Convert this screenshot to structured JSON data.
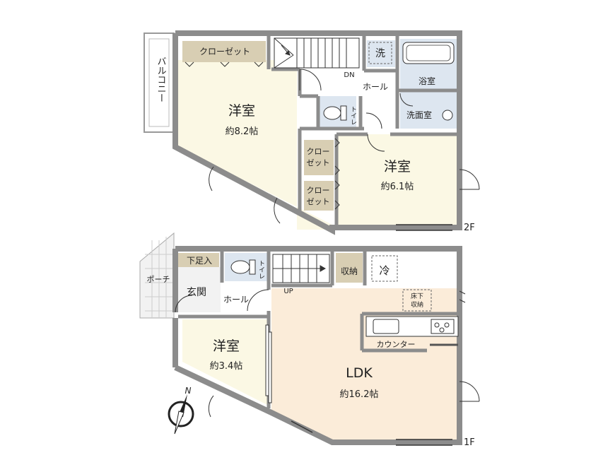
{
  "floor2": {
    "level_label": "2F",
    "balcony": "バルコニー",
    "bedroom_a": {
      "name": "洋室",
      "size": "約8.2帖"
    },
    "bedroom_b": {
      "name": "洋室",
      "size": "約6.1帖"
    },
    "closet_top": "クローゼット",
    "closet_1": [
      "クロー",
      "ゼット"
    ],
    "closet_2": [
      "クロー",
      "ゼット"
    ],
    "toilet": "トイレ",
    "hall": "ホール",
    "stairs": "DN",
    "washer": "洗",
    "bath": "浴室",
    "washroom": "洗面室"
  },
  "floor1": {
    "level_label": "1F",
    "porch": "ポーチ",
    "shoe_storage": "下足入",
    "entrance": "玄関",
    "toilet": "トイレ",
    "hall": "ホール",
    "stairs": "UP",
    "storage": "収納",
    "fridge": "冷",
    "underfloor": [
      "床下",
      "収納"
    ],
    "counter": "カウンター",
    "ldk": {
      "name": "LDK",
      "size": "約16.2帖"
    },
    "bedroom": {
      "name": "洋室",
      "size": "約3.4帖"
    }
  },
  "compass": "N",
  "colors": {
    "wall": "#8c8c8c",
    "bedroom_fill": "#fbf8e4",
    "ldk_fill": "#fbecd9",
    "closet_fill": "#d8ceb3",
    "wet_fill": "#dde6f0",
    "line": "#333333"
  }
}
